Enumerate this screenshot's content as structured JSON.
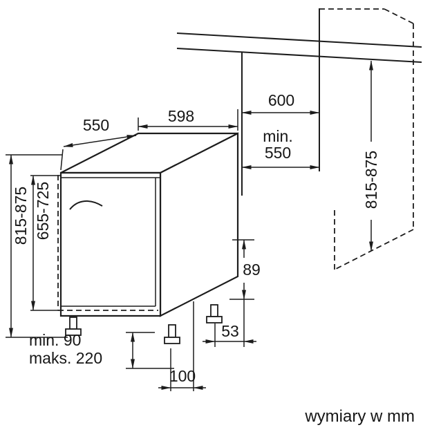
{
  "colors": {
    "ink": "#1c1c1c",
    "background": "#ffffff"
  },
  "dims": {
    "unit_depth": "550",
    "unit_width": "598",
    "niche_width": "600",
    "niche_depth_prefix": "min.",
    "niche_depth_value": "550",
    "unit_height_range": "815-875",
    "panel_height_range": "655-725",
    "niche_height_range": "815-875",
    "base_recess_height": "89",
    "rear_foot_offset": "53",
    "front_foot_offset": "100",
    "plinth_height_min": "min. 90",
    "plinth_height_max": "maks. 220"
  },
  "caption": {
    "units_note": "wymiary w mm"
  }
}
